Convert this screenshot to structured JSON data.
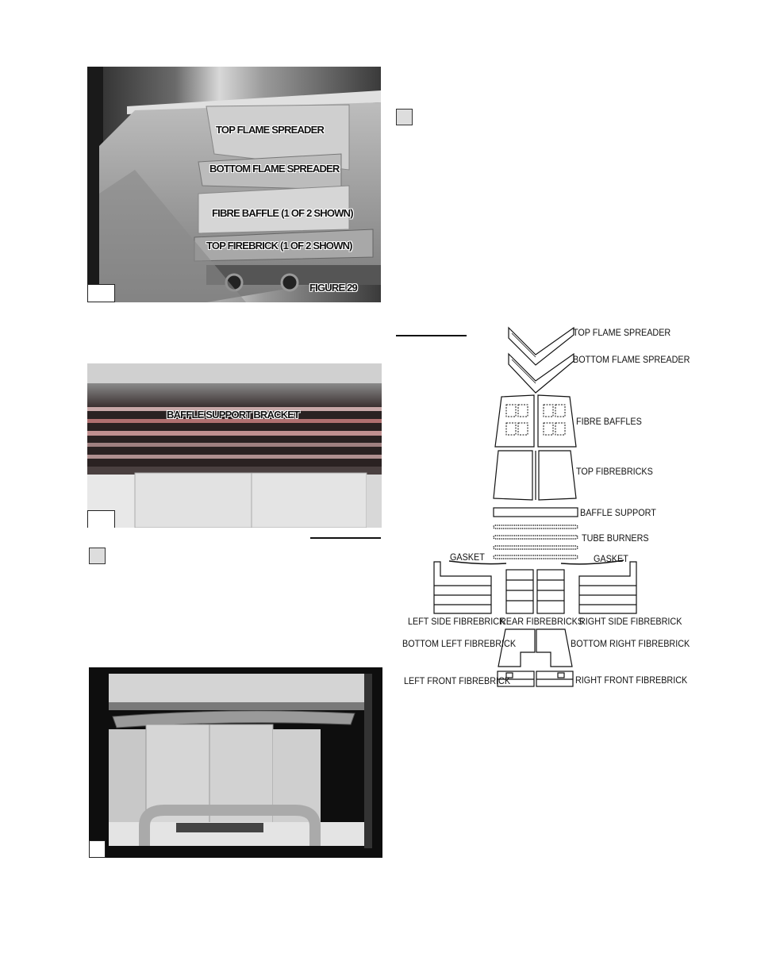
{
  "photo1": {
    "labels": {
      "top_flame_spreader": "TOP FLAME SPREADER",
      "bottom_flame_spreader": "BOTTOM FLAME SPREADER",
      "fibre_baffle": "FIBRE BAFFLE (1 OF 2 SHOWN)",
      "top_firebrick": "TOP FIREBRICK (1 OF 2 SHOWN)",
      "figure": "FIGURE 29"
    }
  },
  "photo2": {
    "labels": {
      "baffle_support_bracket": "BAFFLE SUPPORT BRACKET"
    }
  },
  "diagram": {
    "labels": {
      "top_flame_spreader": "TOP FLAME SPREADER",
      "bottom_flame_spreader": "BOTTOM FLAME SPREADER",
      "fibre_baffles": "FIBRE BAFFLES",
      "top_fibrebricks": "TOP FIBREBRICKS",
      "baffle_support": "BAFFLE SUPPORT",
      "tube_burners": "TUBE BURNERS",
      "gasket_left": "GASKET",
      "gasket_right": "GASKET",
      "left_side_fibrebrick": "LEFT SIDE FIBREBRICK",
      "rear_fibrebricks": "REAR FIBREBRICKS",
      "right_side_fibrebrick": "RIGHT SIDE FIBREBRICK",
      "bottom_left_fibrebrick": "BOTTOM LEFT FIBREBRICK",
      "bottom_right_fibrebrick": "BOTTOM RIGHT FIBREBRICK",
      "left_front_fibrebrick": "LEFT FRONT FIBREBRICK",
      "right_front_fibrebrick": "RIGHT FRONT FIBREBRICK"
    }
  }
}
